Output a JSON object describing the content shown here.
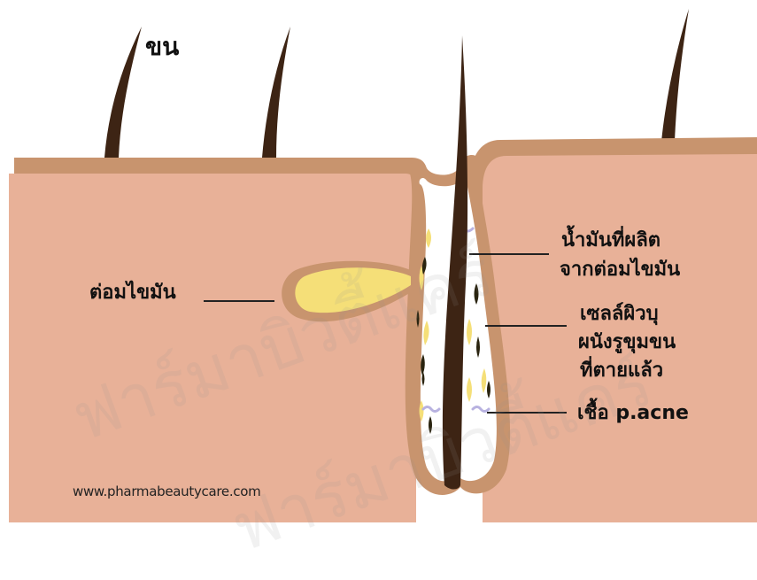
{
  "labels": {
    "hair": "ขน",
    "sebaceous_gland": "ต่อมไขมัน",
    "sebum_line1": "น้ำมันที่ผลิต",
    "sebum_line2": "จากต่อมไขมัน",
    "dead_cells_line1": "เซลล์ผิวบุ",
    "dead_cells_line2": "ผนังรูขุมขน",
    "dead_cells_line3": "ที่ตายแล้ว",
    "bacteria": "เชื้อ p.acne"
  },
  "website": "www.pharmabeautycare.com",
  "watermark": "ฟาร์มาบิวตี้แคร์",
  "colors": {
    "skin": "#e8b198",
    "skin_edge": "#c8946e",
    "hair": "#3d2414",
    "sebum": "#f5df78",
    "pore_fill": "#ffffff",
    "bacteria": "#b8b2e0"
  }
}
